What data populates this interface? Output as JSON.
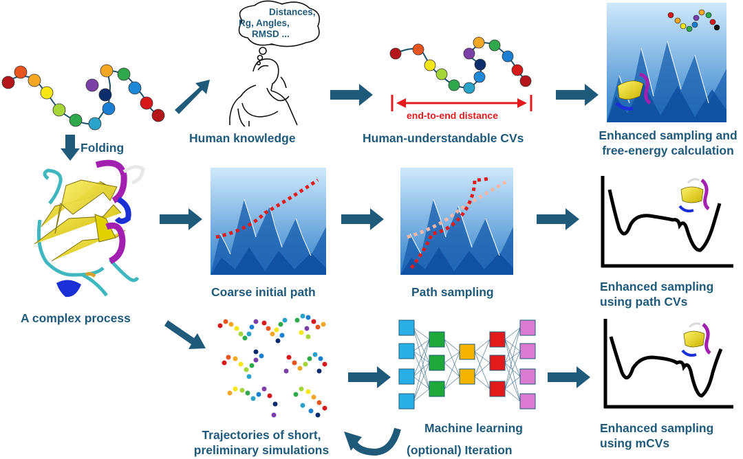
{
  "labels": {
    "folding": "Folding",
    "complex_process": "A complex process",
    "human_knowledge": "Human knowledge",
    "human_cvs": "Human-understandable CVs",
    "end_to_end": "end-to-end distance",
    "enhanced_free_energy_1": "Enhanced sampling and",
    "enhanced_free_energy_2": "free-energy calculation",
    "coarse_path": "Coarse initial path",
    "path_sampling": "Path sampling",
    "enhanced_path_1": "Enhanced sampling",
    "enhanced_path_2": "using path CVs",
    "trajectories_1": "Trajectories of short,",
    "trajectories_2": "preliminary simulations",
    "machine_learning": "Machine learning",
    "iteration": "(optional) Iteration",
    "enhanced_mcv_1": "Enhanced sampling",
    "enhanced_mcv_2": "using mCVs"
  },
  "thought_bubble": {
    "line1": "Distances,",
    "line2": "Rg, Angles,",
    "line3": "RMSD ..."
  },
  "colors": {
    "label_text": "#1f5a7a",
    "arrow": "#1f5a7a",
    "highlight_red": "#e31a1c",
    "bead_sequence": [
      "#d7191c",
      "#e8541e",
      "#f5a623",
      "#f7e717",
      "#a6d53a",
      "#2ea84a",
      "#29a3c7",
      "#1a7ed1",
      "#7b3fa8",
      "#f5a623",
      "#0b2d6b",
      "#1e88d8",
      "#1f6fd6",
      "#d7191c",
      "#b3151b"
    ],
    "nn_layers": [
      "#29aee6",
      "#1fa83a",
      "#f5b400",
      "#e31a1c",
      "#d97bd0"
    ]
  }
}
